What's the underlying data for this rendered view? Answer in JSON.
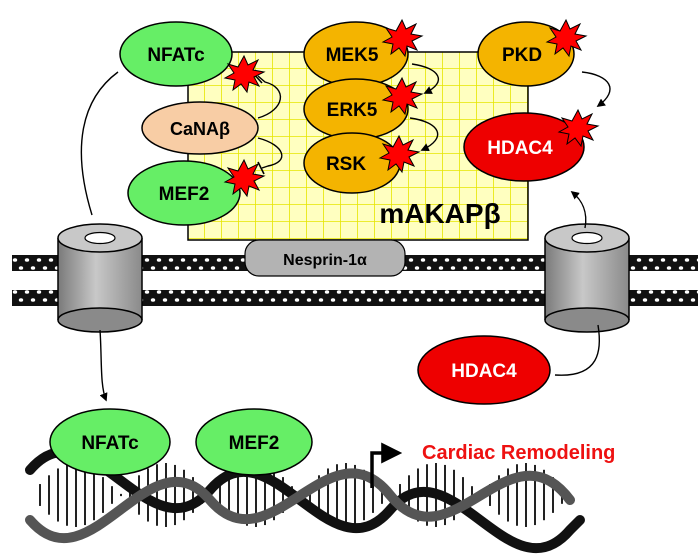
{
  "scaffold_label": "mAKAPβ",
  "nesprin_label": "Nesprin-1α",
  "outcome_label": "Cardiac Remodeling",
  "proteins": {
    "nfatc_top": "NFATc",
    "cana": "CaNAβ",
    "mef2_top": "MEF2",
    "mek5": "MEK5",
    "erk5": "ERK5",
    "rsk": "RSK",
    "pkd": "PKD",
    "hdac4_top": "HDAC4",
    "hdac4_bottom": "HDAC4",
    "nfatc_dna": "NFATc",
    "mef2_dna": "MEF2"
  },
  "colors": {
    "green": "#66ee66",
    "orange": "#f4b400",
    "peach": "#f8cda5",
    "red": "#ee0000",
    "grid_bg": "#ffffc0",
    "grid_line": "#e6e600",
    "star": "#ff0000",
    "outcome": "#ee1111"
  },
  "icons": [
    "phosphorylation-star-icon",
    "channel-cylinder-icon",
    "transcription-start-arrow-icon",
    "dna-helix-icon"
  ]
}
